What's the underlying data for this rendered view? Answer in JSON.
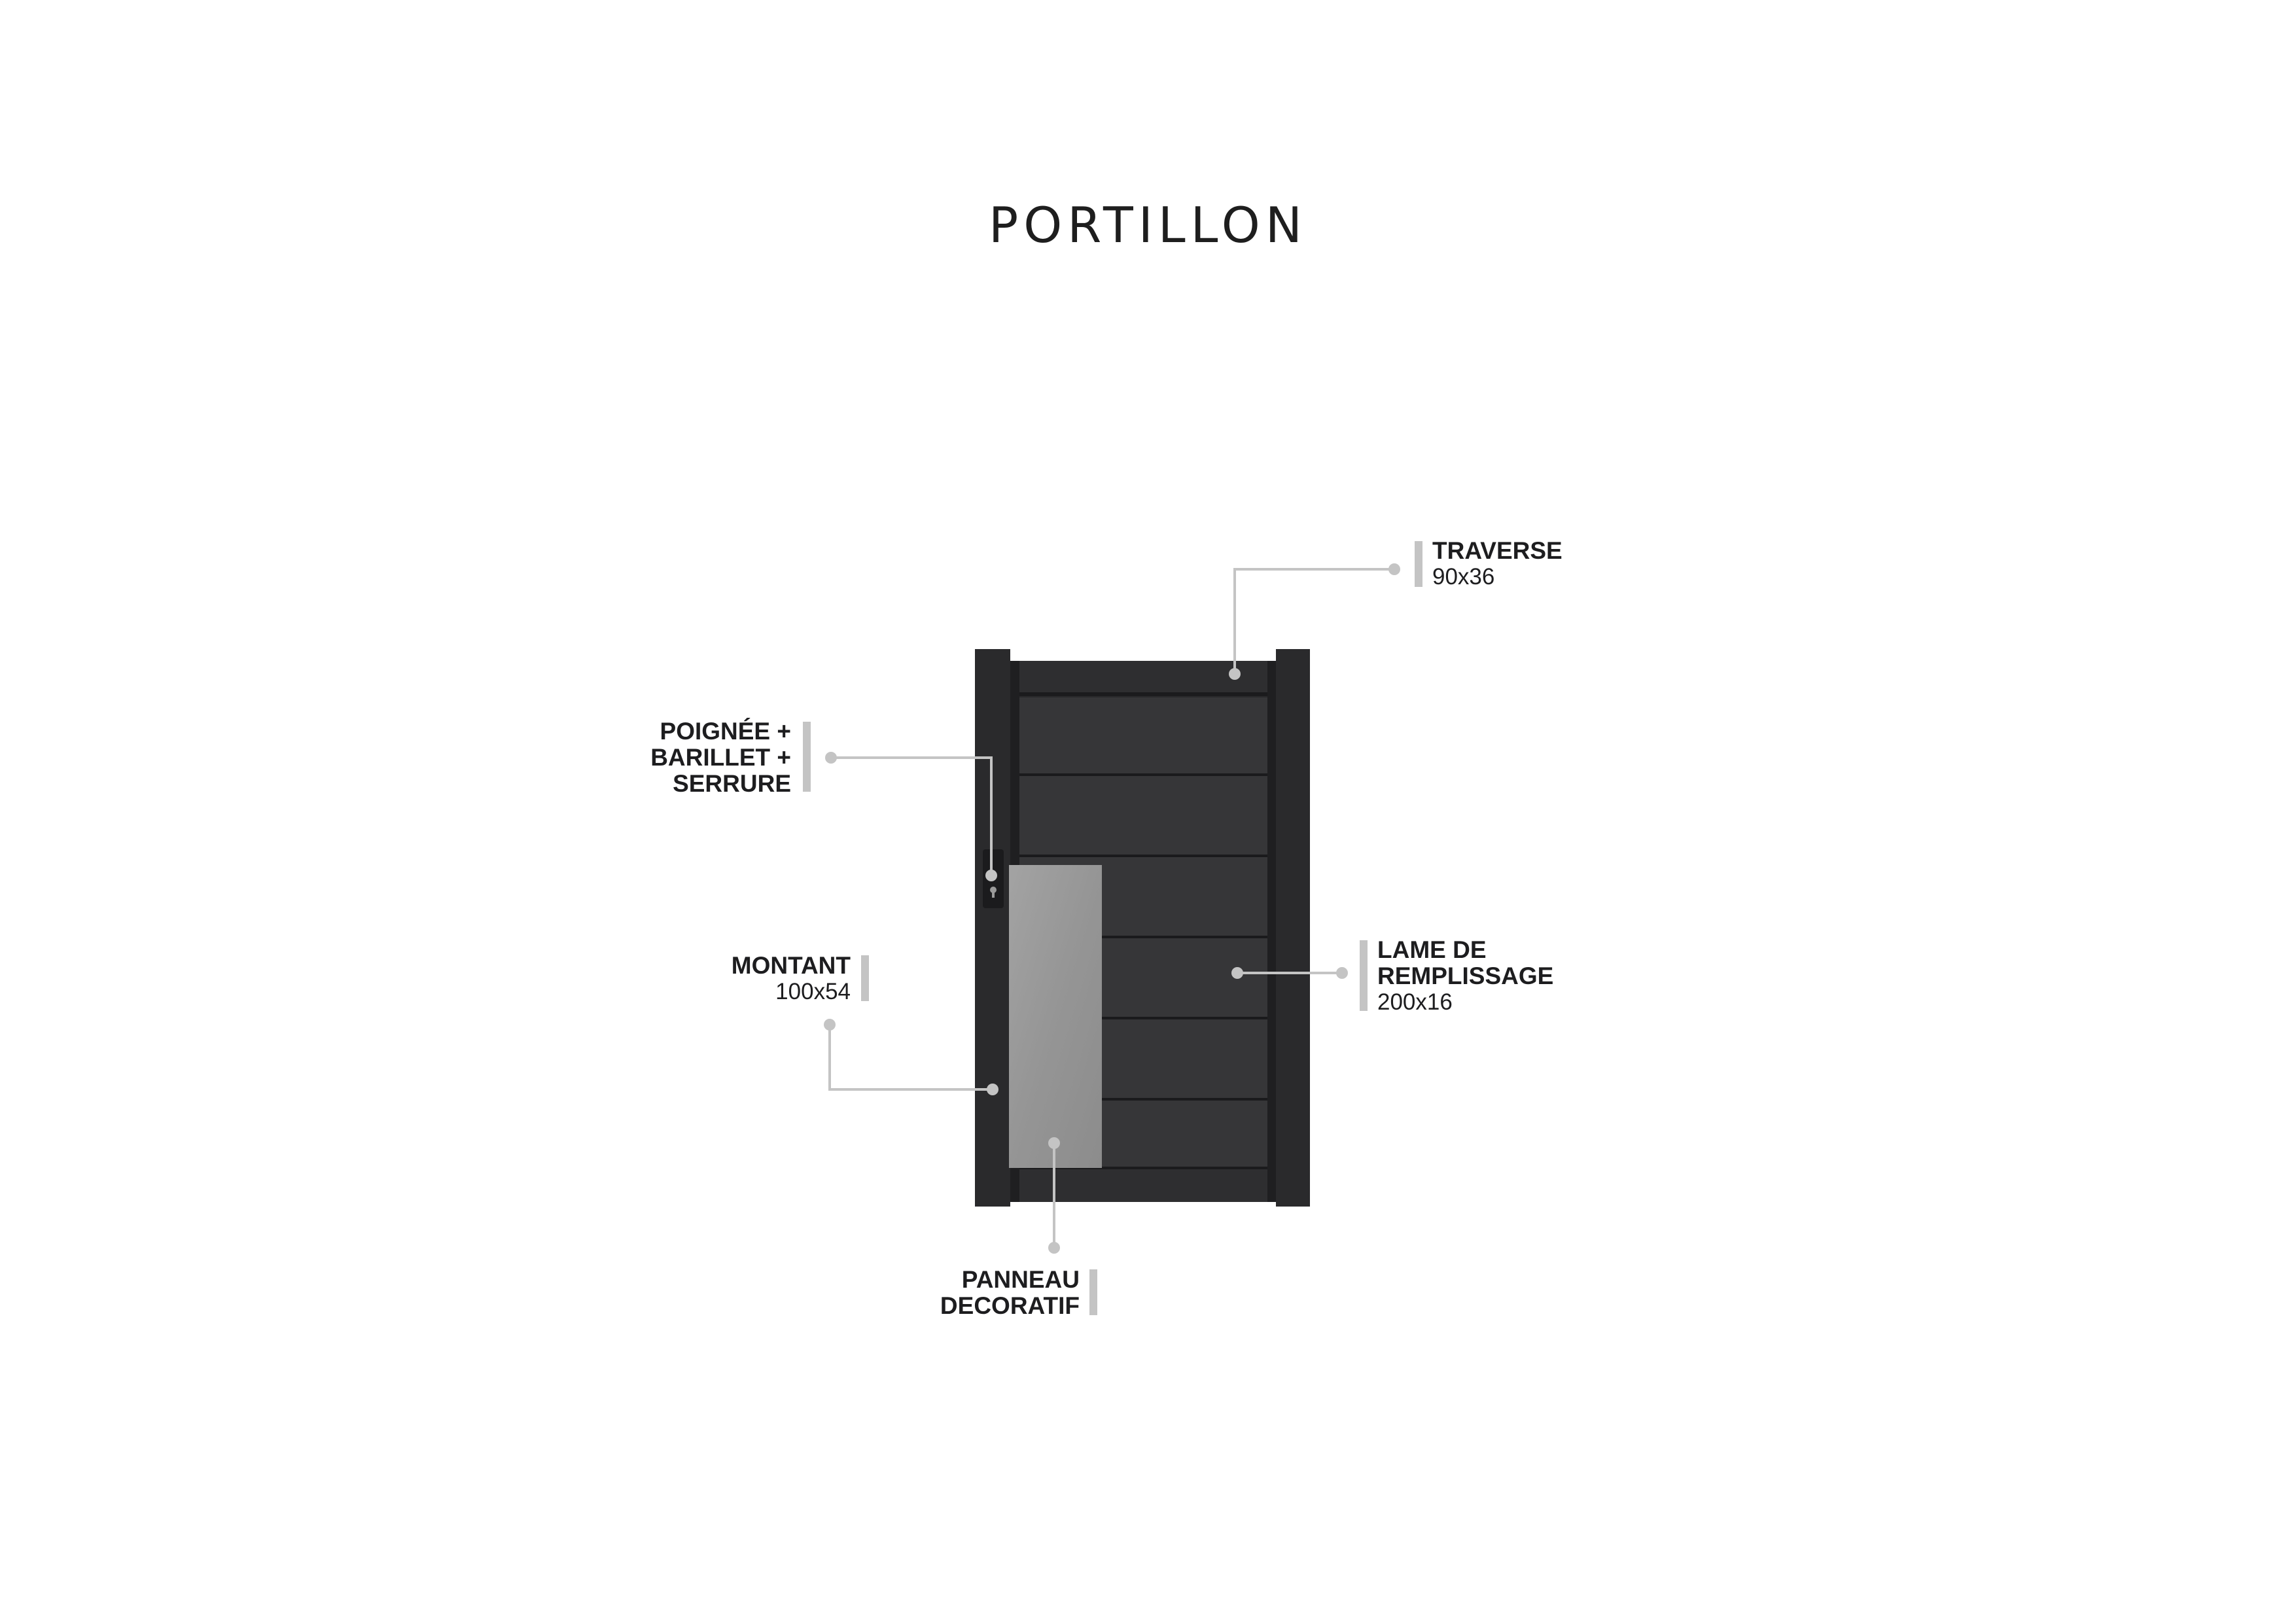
{
  "title": "PORTILLON",
  "colors": {
    "frame": "#2b2b2d",
    "slat": "#353537",
    "slat_line": "#1c1c1e",
    "decor_panel": "#9a9a9a",
    "leader": "#c4c4c4",
    "text": "#1d1d1f"
  },
  "callouts": {
    "traverse": {
      "name": "TRAVERSE",
      "dim": "90x36"
    },
    "handle": {
      "name_lines": [
        "POIGNÉE +",
        "BARILLET +",
        "SERRURE"
      ]
    },
    "montant": {
      "name": "MONTANT",
      "dim": "100x54"
    },
    "lame": {
      "name_lines": [
        "LAME DE",
        "REMPLISSAGE"
      ],
      "dim": "200x16"
    },
    "panneau": {
      "name_lines": [
        "PANNEAU",
        "DECORATIF"
      ]
    }
  }
}
